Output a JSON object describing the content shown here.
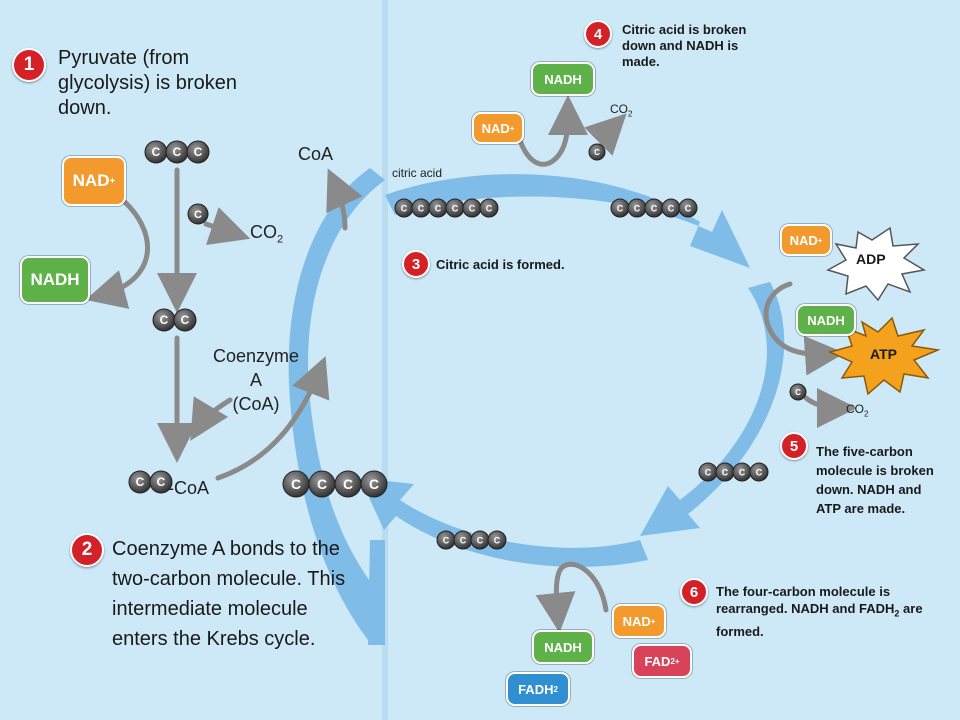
{
  "colors": {
    "background": "#cde8f6",
    "cycle_arrow": "#7fbde8",
    "nad": "#f29a2e",
    "nadh": "#5fb24a",
    "fad": "#d9435a",
    "fadh2": "#2f8fd0",
    "badge": "#d42027",
    "atp": "#f4a11d"
  },
  "carbon_symbol": "C",
  "steps": [
    {
      "number": "1",
      "text": "Pyruvate (from glycolysis) is broken down."
    },
    {
      "number": "2",
      "text": "Coenzyme A bonds to the two-carbon molecule. This intermediate molecule enters the Krebs cycle."
    },
    {
      "number": "3",
      "text": "Citric acid is formed."
    },
    {
      "number": "4",
      "text": "Citric acid is broken down and NADH is made."
    },
    {
      "number": "5",
      "text": "The five-carbon molecule is broken down. NADH and ATP are made."
    },
    {
      "number": "6",
      "text": "The four-carbon molecule is rearranged. NADH and FADH",
      "sub": "2",
      "tail": " are formed."
    }
  ],
  "labels": {
    "nad": "NAD",
    "nad_sup": "+",
    "nadh": "NADH",
    "fad": "FAD",
    "fad_sup": "2+",
    "fadh": "FADH",
    "fadh_sub": "2",
    "co2": "CO",
    "co2_sub": "2",
    "coa": "CoA",
    "coenzyme_a_line1": "Coenzyme A",
    "coenzyme_a_line2": "(CoA)",
    "coa_suffix": "-CoA",
    "citric_acid": "citric acid",
    "adp": "ADP",
    "atp": "ATP"
  }
}
